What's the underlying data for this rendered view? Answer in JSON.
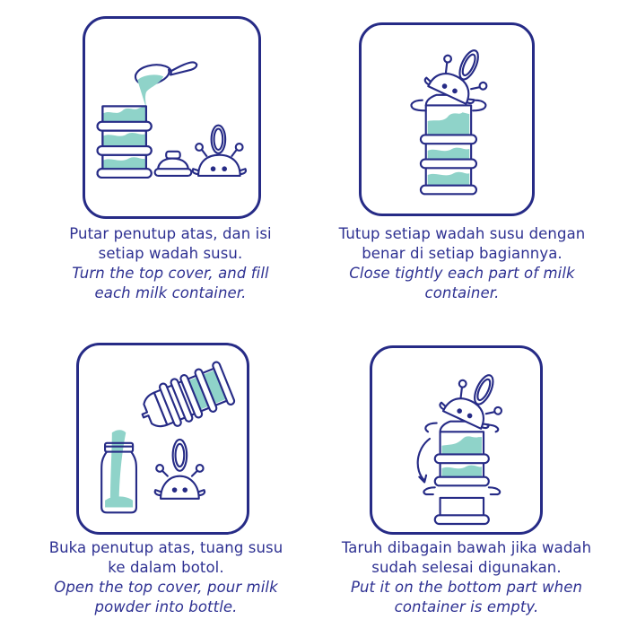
{
  "colors": {
    "outline": "#262b86",
    "milk_fill": "#8fd3c9",
    "text": "#2e3192",
    "background": "#ffffff"
  },
  "steps": [
    {
      "illustration": "spoon-filling-stacked-container",
      "indonesian": "Putar penutup atas, dan isi setiap wadah susu.",
      "indonesian_lines": [
        "Putar penutup atas, dan isi",
        "setiap wadah susu."
      ],
      "english": "Turn the top cover, and fill each milk container.",
      "english_lines": [
        "Turn the top cover, and fill",
        "each milk container."
      ]
    },
    {
      "illustration": "closing-lid-on-stacked-container",
      "indonesian": "Tutup setiap wadah susu dengan benar di setiap bagiannya.",
      "indonesian_lines": [
        "Tutup setiap wadah susu dengan",
        "benar di setiap bagiannya."
      ],
      "english": "Close tightly each part of milk container.",
      "english_lines": [
        "Close tightly each part of milk",
        "container."
      ]
    },
    {
      "illustration": "pouring-milk-into-bottle",
      "indonesian": "Buka penutup atas, tuang susu ke dalam botol.",
      "indonesian_lines": [
        "Buka penutup atas, tuang susu",
        "ke dalam botol."
      ],
      "english": "Open the top cover, pour milk powder into bottle.",
      "english_lines": [
        "Open the top cover, pour milk",
        "powder into bottle."
      ]
    },
    {
      "illustration": "moving-empty-container-to-bottom",
      "indonesian": "Taruh dibagain bawah jika wadah sudah selesai  digunakan.",
      "indonesian_lines": [
        "Taruh dibagain bawah jika wadah",
        "sudah selesai  digunakan."
      ],
      "english": "Put it on the bottom part when container is empty.",
      "english_lines": [
        "Put it on the bottom part when",
        "container is empty."
      ]
    }
  ]
}
